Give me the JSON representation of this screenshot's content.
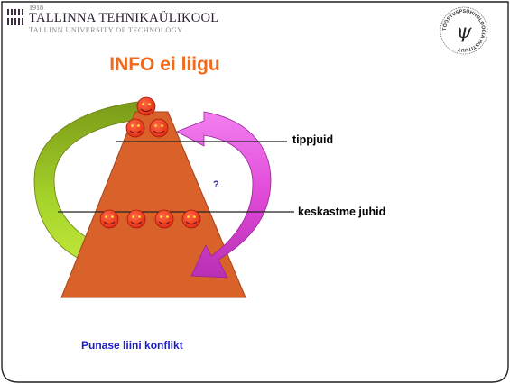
{
  "header": {
    "year": "1918",
    "university_name_et": "TALLINNA TEHNIKAÜLIKOOL",
    "university_name_en": "TALLINN UNIVERSITY OF TECHNOLOGY",
    "seal_text": "TÖÖSTUSPSÜHHOLOOGIA INSTITUUT",
    "seal_symbol": "ψ"
  },
  "title": "INFO ei liigu",
  "diagram": {
    "label_top": "tippjuid",
    "label_middle": "keskastme juhid",
    "question_mark": "?",
    "top_faces": 3,
    "middle_faces": 4
  },
  "footer": "Punase liini konflikt",
  "colors": {
    "title": "#ef6a1e",
    "footer": "#1d1dc8",
    "pyramid": "#d9622a",
    "face": "#f2361c",
    "arrow_left": "#8ab51e",
    "arrow_right": "#de3fd6"
  }
}
